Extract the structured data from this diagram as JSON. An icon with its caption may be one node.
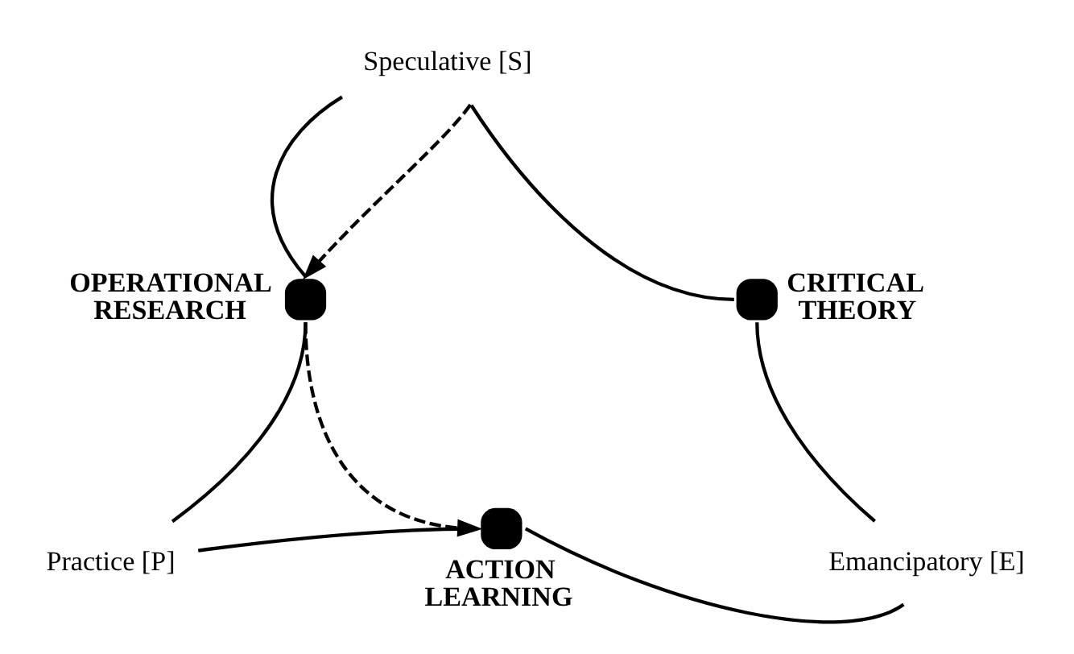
{
  "diagram": {
    "nodes": [
      {
        "text": [
          "Speculative [S]"
        ]
      },
      {
        "text": [],
        "shape": "circle",
        "beside": [
          "OPERATIONAL RESEARCH"
        ]
      },
      {
        "text": [],
        "shape": "circle",
        "beside": [
          "CRITICAL THEORY"
        ]
      },
      {
        "text": [
          "Practice [P]"
        ]
      },
      {
        "text": [],
        "shape": "circle",
        "beside": [
          "ACTION LEARNING"
        ]
      },
      {
        "text": [
          "Emancipatory [E]"
        ]
      }
    ],
    "edges": [
      {
        "from": 0,
        "to": 1,
        "arrow": "none"
      },
      {
        "from": 1,
        "to": 3,
        "arrow": "none"
      },
      {
        "from": 0,
        "to": 2,
        "arrow": "none"
      },
      {
        "from": 2,
        "to": 5,
        "arrow": "none"
      },
      {
        "from": 3,
        "to": 4,
        "arrow": "none"
      },
      {
        "from": 4,
        "to": 5,
        "arrow": "none"
      },
      {
        "from": 0,
        "to": 1,
        "arrow": "to",
        "style": "dashed"
      },
      {
        "from": 1,
        "to": 4,
        "arrow": "to",
        "style": "dashed"
      }
    ]
  }
}
